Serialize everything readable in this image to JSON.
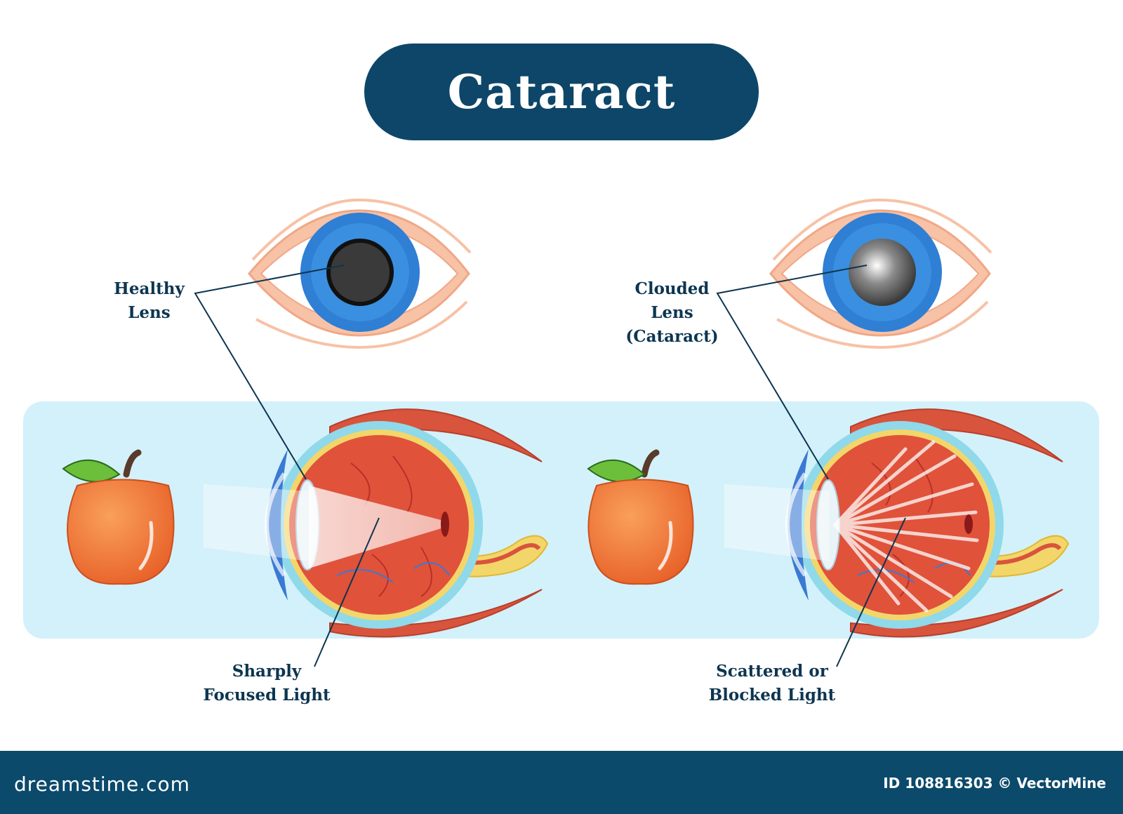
{
  "title": "Cataract",
  "labels": {
    "healthy_lens": [
      "Healthy",
      "Lens"
    ],
    "clouded_lens": [
      "Clouded",
      "Lens",
      "(Cataract)"
    ],
    "focused_light": [
      "Sharply",
      "Focused Light"
    ],
    "scattered_light": [
      "Scattered or",
      "Blocked Light"
    ]
  },
  "footer": {
    "site": "dreamstime.com",
    "credit": "ID 108816303 © VectorMine"
  },
  "colors": {
    "title_bg": "#0d4668",
    "label_text": "#0d3550",
    "panel_bg": "#d3f1fa",
    "iris_blue": "#2f7fd4",
    "eyelid_skin": "#f7c2a6",
    "eyeball_red": "#e0523a",
    "muscle": "#d9543c",
    "apple": "#f27b3a",
    "footer_bg": "#0b4a6b"
  },
  "icons": [
    "eye-front-healthy",
    "eye-front-cataract",
    "eye-cross-section",
    "apple-icon"
  ]
}
